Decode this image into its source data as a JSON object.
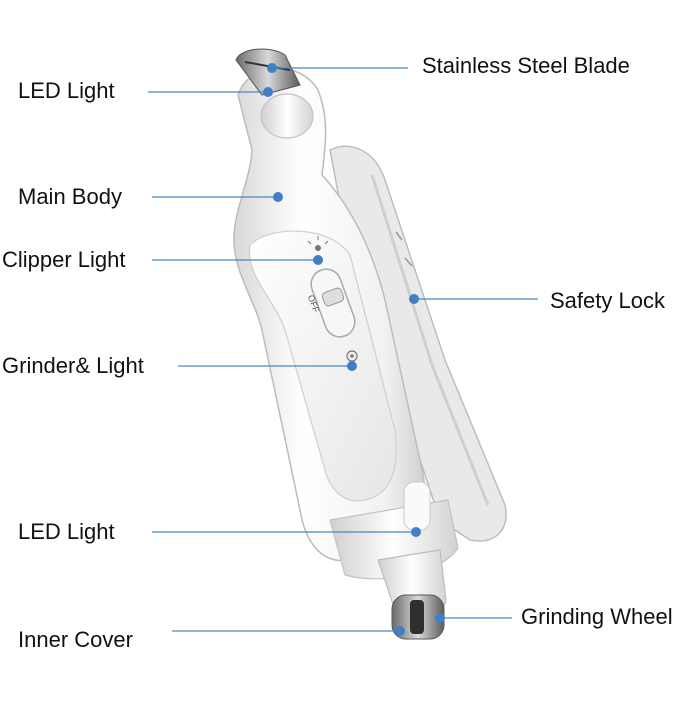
{
  "colors": {
    "leader_line": "#4a86c5",
    "dot": "#3f7fc4",
    "device_body": "#f4f4f4",
    "device_shadow": "#c9c9c9",
    "text": "#111111"
  },
  "device": {
    "switch_label": "OFF"
  },
  "callouts": {
    "stainless_steel_blade": "Stainless Steel Blade",
    "led_light_top": "LED Light",
    "main_body": "Main Body",
    "clipper_light": "Clipper Light",
    "safety_lock": "Safety Lock",
    "grinder_light": "Grinder& Light",
    "led_light_bottom": "LED Light",
    "grinding_wheel": "Grinding Wheel",
    "inner_cover": "Inner Cover"
  }
}
